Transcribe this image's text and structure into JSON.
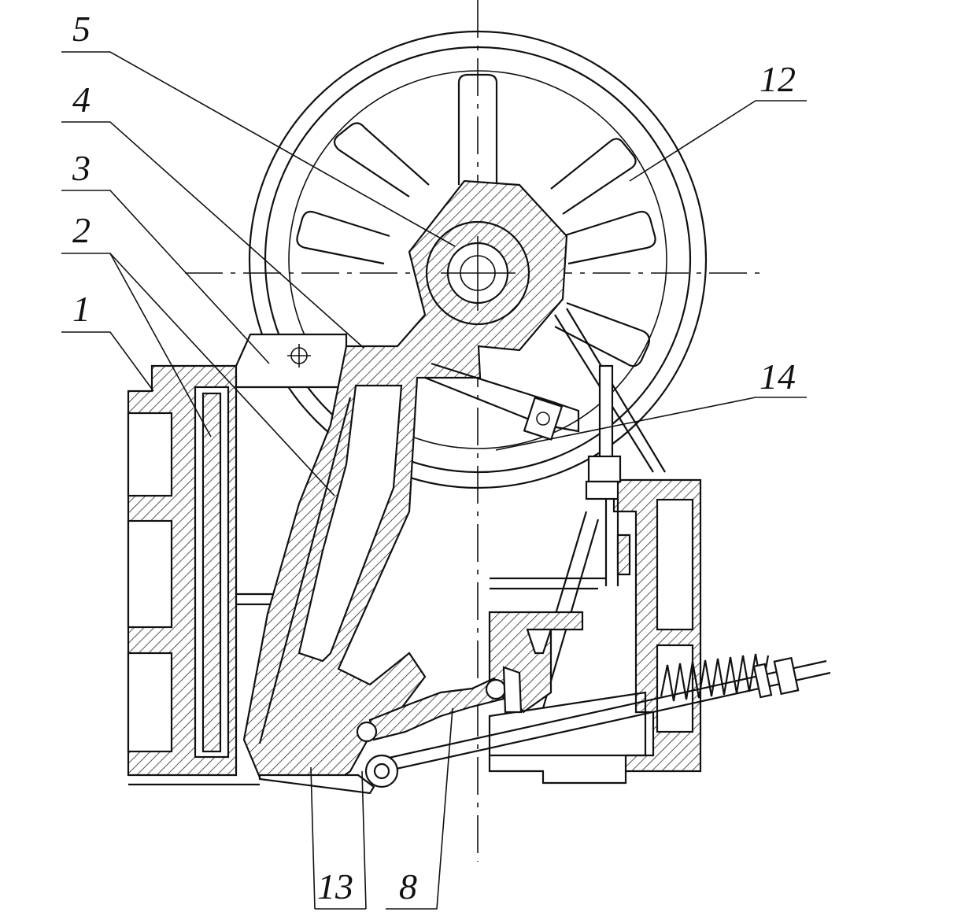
{
  "labels": {
    "l1": "1",
    "l2": "2",
    "l3": "3",
    "l4": "4",
    "l5": "5",
    "l8": "8",
    "l12": "12",
    "l13": "13",
    "l14": "14"
  }
}
